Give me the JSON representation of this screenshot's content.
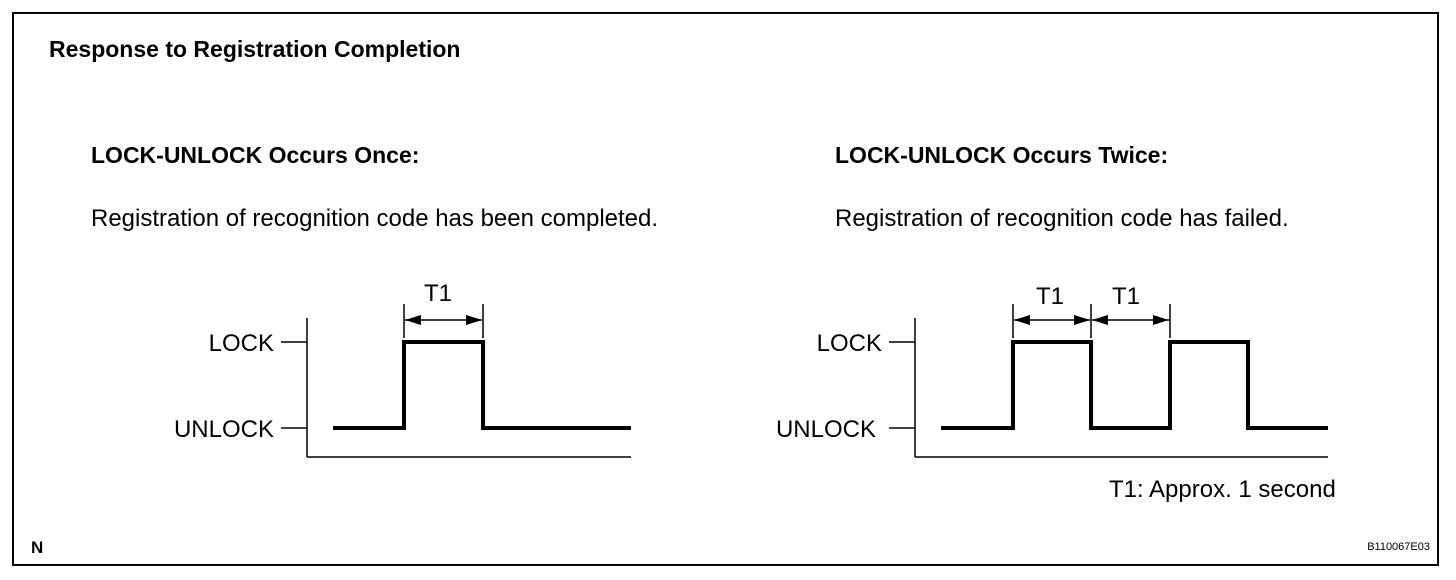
{
  "title": "Response to Registration Completion",
  "cases": [
    {
      "heading": "LOCK-UNLOCK Occurs Once:",
      "description": "Registration of recognition code has been completed.",
      "lock_label": "LOCK",
      "unlock_label": "UNLOCK",
      "interval_label": "T1",
      "pulse_count": 1
    },
    {
      "heading": "LOCK-UNLOCK Occurs Twice:",
      "description": "Registration of recognition code has failed.",
      "lock_label": "LOCK",
      "unlock_label": "UNLOCK",
      "interval_labels": [
        "T1",
        "T1"
      ],
      "pulse_count": 2
    }
  ],
  "note": "T1: Approx. 1 second",
  "corner_letter": "N",
  "figure_code": "B110067E03"
}
